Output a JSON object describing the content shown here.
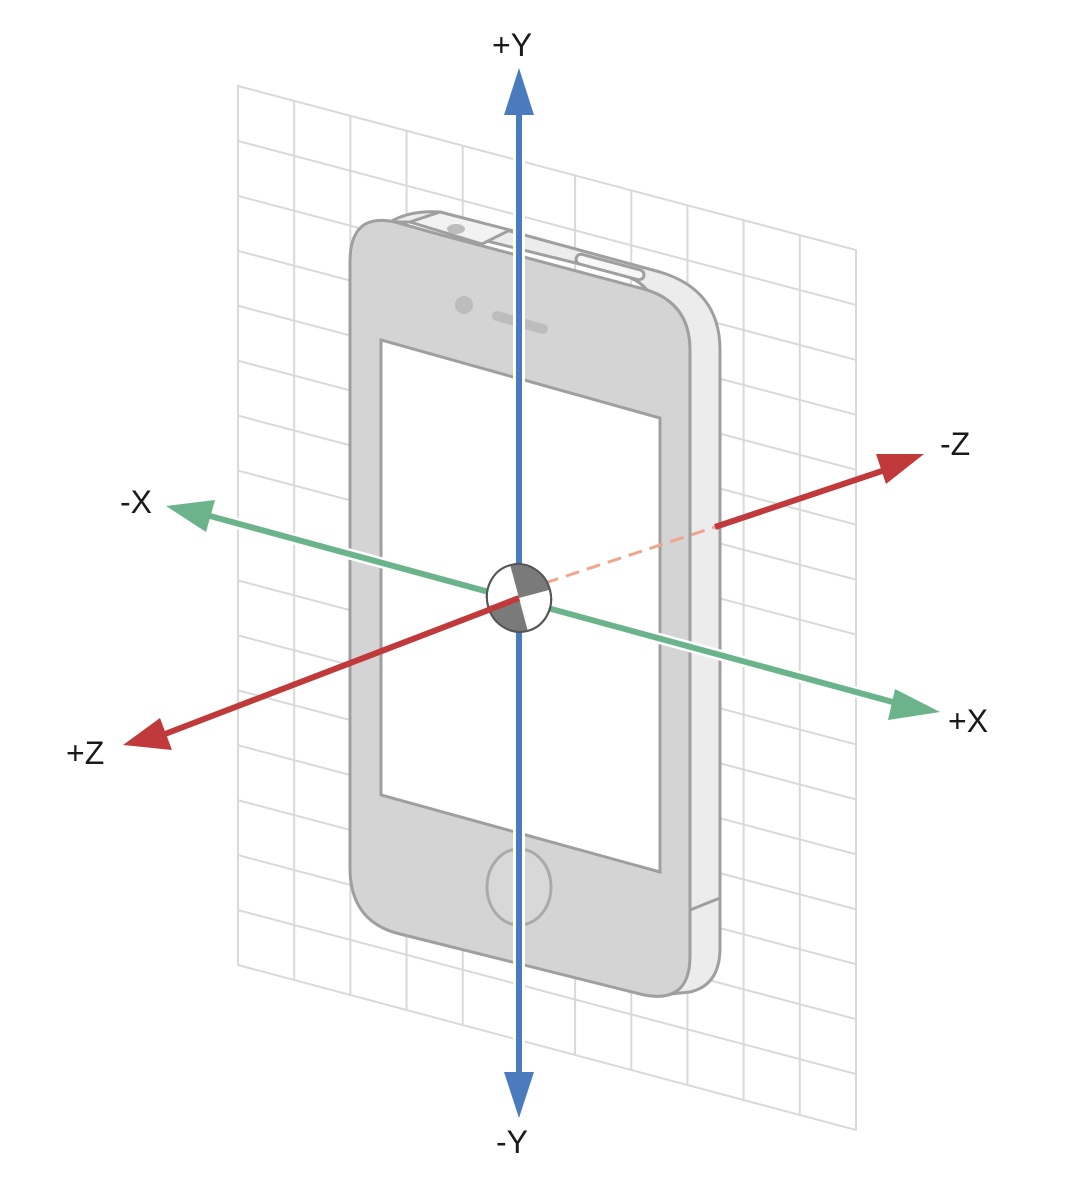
{
  "axes": {
    "y_pos": {
      "label": "+Y",
      "color": "#4a7bbf"
    },
    "y_neg": {
      "label": "-Y",
      "color": "#4a7bbf"
    },
    "x_pos": {
      "label": "+X",
      "color": "#6bb38a"
    },
    "x_neg": {
      "label": "-X",
      "color": "#6bb38a"
    },
    "z_pos": {
      "label": "+Z",
      "color": "#c0393b"
    },
    "z_neg": {
      "label": "-Z",
      "color": "#c0393b"
    }
  },
  "colors": {
    "grid": "#d9d9d9",
    "device_body": "#d4d4d4",
    "device_edge": "#ececec",
    "device_outline": "#9f9f9f",
    "screen": "#ffffff",
    "z_dashed": "#f0a58c"
  },
  "icons": {
    "device": "smartphone",
    "origin": "origin-marker"
  }
}
